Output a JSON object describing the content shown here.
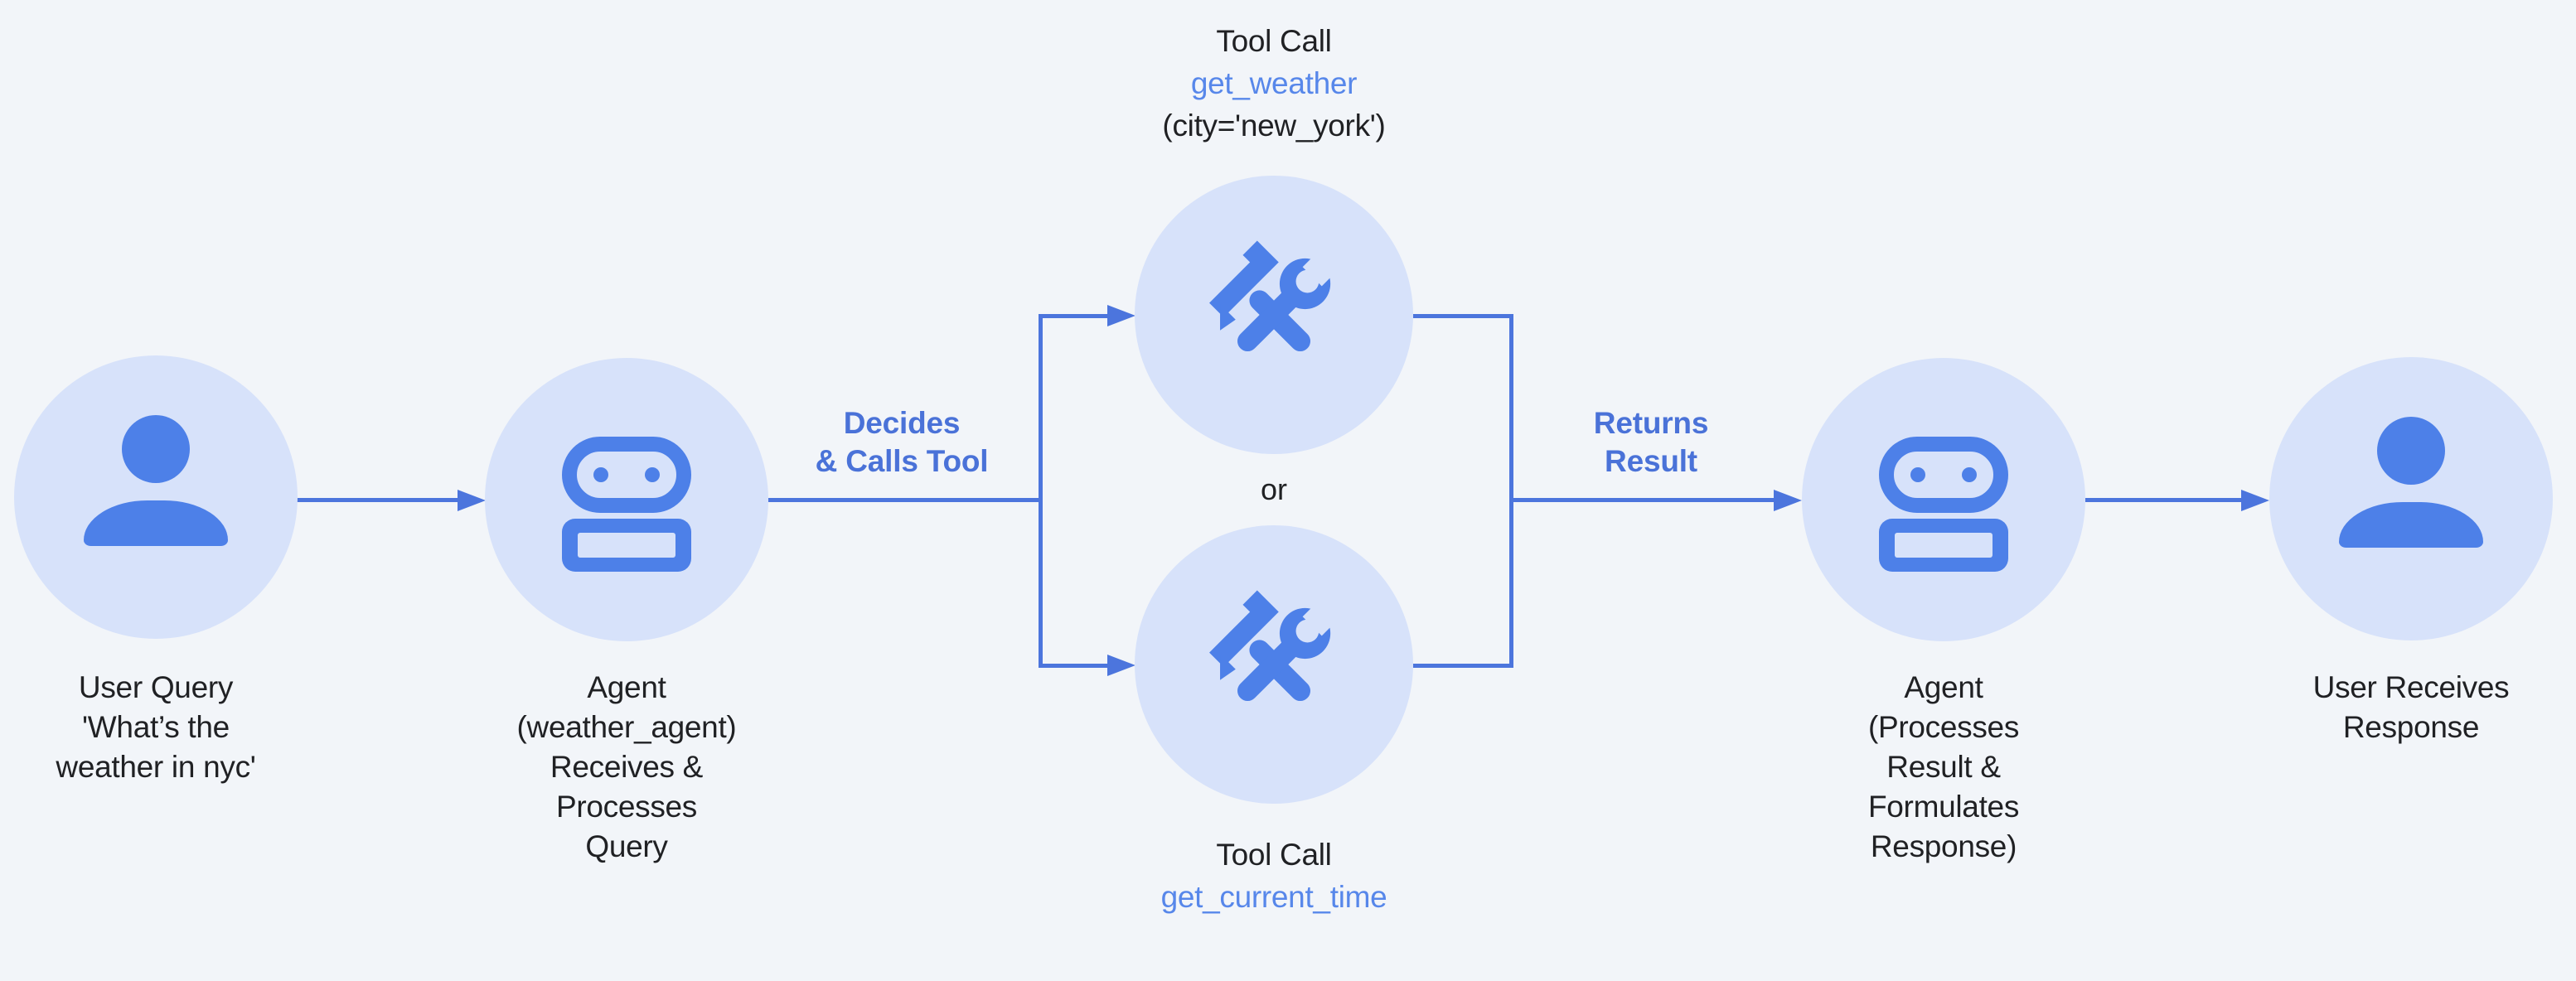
{
  "colors": {
    "background": "#f2f5f9",
    "node_fill": "#d7e2fa",
    "icon_blue": "#4d80e8",
    "line_blue": "#4c75dd",
    "edge_label_blue": "#4a72d8",
    "code_blue": "#5787ea",
    "text_dark": "#202124"
  },
  "nodes": {
    "user_query": {
      "icon": "person-icon",
      "caption": "User Query\n'What’s the\nweather in nyc'"
    },
    "agent_receive": {
      "icon": "robot-icon",
      "caption": "Agent\n(weather_agent)\nReceives &\nProcesses\nQuery"
    },
    "tool_get_weather": {
      "icon": "tools-icon",
      "label": "Tool Call",
      "fn": "get_weather",
      "args": "(city='new_york')"
    },
    "tool_get_current_time": {
      "icon": "tools-icon",
      "label": "Tool Call",
      "fn": "get_current_time"
    },
    "agent_respond": {
      "icon": "robot-icon",
      "caption": "Agent\n(Processes\nResult &\nFormulates\nResponse)"
    },
    "user_response": {
      "icon": "person-icon",
      "caption": "User Receives\nResponse"
    }
  },
  "edges": {
    "decides_label": "Decides\n& Calls Tool",
    "returns_label": "Returns\nResult",
    "or_label": "or"
  }
}
